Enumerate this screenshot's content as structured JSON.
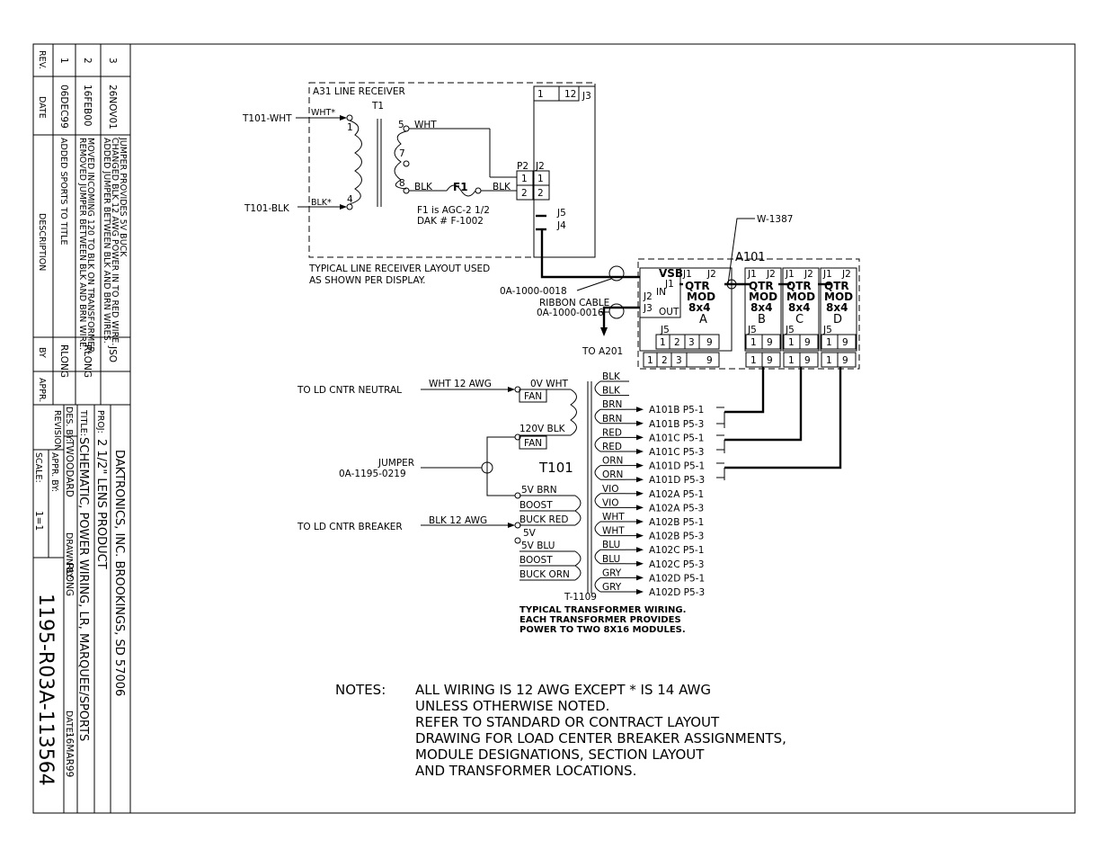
{
  "title_block": {
    "company": "DAKTRONICS, INC.  BROOKINGS, SD  57006",
    "proj_label": "PROJ:",
    "proj": "2 1/2\" LENS PRODUCT",
    "title_label": "TITLE:",
    "title": "SCHEMATIC, POWER WIRING, LR, MARQUEE/SPORTS",
    "des_label": "DES. BY:",
    "des_by": "TWOODARD",
    "drawn_label": "DRAWN BY:",
    "drawn_by": "RLONG",
    "revision_label": "REVISION",
    "appr_label": "APPR. BY:",
    "date_label": "DATE:",
    "date": "16MAR99",
    "scale_label": "SCALE:",
    "scale": "1=1",
    "drawing_number": "1195-R03A-113564"
  },
  "revisions": {
    "headers": {
      "rev": "REV.",
      "date": "DATE",
      "description": "DESCRIPTION",
      "by": "BY",
      "appr": "APPR."
    },
    "rows": [
      {
        "rev": "1",
        "date": "06DEC99",
        "desc1": "ADDED SPORTS TO TITLE",
        "desc2": "",
        "desc3": "",
        "by": "RLONG"
      },
      {
        "rev": "2",
        "date": "16FEB00",
        "desc1": "REMOVED JUMPER BETWEEN BLK AND BRN WIRE.",
        "desc2": "MOVED INCOMING 120 TO BLK ON TRANSFORMER.",
        "desc3": "",
        "by": "RLONG"
      },
      {
        "rev": "3",
        "date": "26NOV01",
        "desc1": "ADDED JUMPER BETWEEN BLK AND BRN WIRES.",
        "desc2": "CHANGED BLK 12 AWG POWER IN TO RED WIRE.",
        "desc3": "JUMPER PROVIDES 5V BUCK",
        "by": "JSO"
      }
    ]
  },
  "line_receiver": {
    "title": "A31  LINE RECEIVER",
    "t1": "T1",
    "input_wht": "T101-WHT",
    "input_blk": "T101-BLK",
    "wht_star": "WHT*",
    "blk_star": "BLK*",
    "pin1": "1",
    "pin4": "4",
    "pin5": "5",
    "pin7": "7",
    "pin8": "8",
    "wht": "WHT",
    "blk": "BLK",
    "blk2": "BLK",
    "fuse": "F1",
    "fuse_note1": "F1 is AGC-2 1/2",
    "fuse_note2": "DAK # F-1002",
    "p2": "P2",
    "j2": "J2",
    "p2_pin1": "1",
    "p2_pin2": "2",
    "j2_pin1": "1",
    "j2_pin2": "2",
    "j3": "J3",
    "j3_pin1": "1",
    "j3_pin12": "12",
    "j5": "J5",
    "j4": "J4",
    "layout_note1": "TYPICAL LINE RECEIVER LAYOUT USED",
    "layout_note2": "AS SHOWN PER DISPLAY."
  },
  "modules": {
    "w_label": "W-1387",
    "a101": "A101",
    "cable1": "0A-1000-0018",
    "ribbon1": "RIBBON CABLE",
    "ribbon2": "0A-1000-0016",
    "to_a201": "TO A201",
    "vsb": "VSB",
    "j1": "J1",
    "j2": "J2",
    "j3": "J3",
    "j5": "J5",
    "in": "IN",
    "out": "OUT",
    "qtr": "QTR",
    "mod": "MOD",
    "size": "8x4",
    "letters": [
      "A",
      "B",
      "C",
      "D"
    ],
    "pin1": "1",
    "pin2": "2",
    "pin3": "3",
    "pin9": "9"
  },
  "transformer": {
    "to_neutral": "TO LD CNTR NEUTRAL",
    "wht12": "WHT 12 AWG",
    "v0_wht": "0V  WHT",
    "fan": "FAN",
    "v120_blk": "120V  BLK",
    "fan2": "FAN",
    "jumper": "JUMPER",
    "jumper_pn": "0A-1195-0219",
    "t101": "T101",
    "v5_brn": "5V   BRN",
    "boost": "BOOST",
    "buck_red": "BUCK RED",
    "to_breaker": "TO LD CNTR BREAKER",
    "blk12": "BLK 12 AWG",
    "v5": "5V",
    "v5_blu": "5V    BLU",
    "boost2": "BOOST",
    "buck_orn": "BUCK  ORN",
    "part": "T-1109",
    "note1": "TYPICAL TRANSFORMER WIRING.",
    "note2": "EACH TRANSFORMER PROVIDES",
    "note3": "POWER TO TWO 8X16 MODULES.",
    "out_colors": [
      "BLK",
      "BLK",
      "BRN",
      "BRN",
      "RED",
      "RED",
      "ORN",
      "ORN",
      "VIO",
      "VIO",
      "WHT",
      "WHT",
      "BLU",
      "BLU",
      "GRY",
      "GRY"
    ],
    "out_labels": [
      "A101B  P5-1",
      "A101B  P5-3",
      "A101C  P5-1",
      "A101C  P5-3",
      "A101D  P5-1",
      "A101D  P5-3",
      "A102A  P5-1",
      "A102A  P5-3",
      "A102B  P5-1",
      "A102B  P5-3",
      "A102C  P5-1",
      "A102C  P5-3",
      "A102D  P5-1",
      "A102D  P5-3"
    ]
  },
  "notes": {
    "label": "NOTES:",
    "lines": [
      "ALL WIRING IS 12 AWG EXCEPT * IS 14 AWG",
      "UNLESS OTHERWISE NOTED.",
      "REFER TO STANDARD OR CONTRACT LAYOUT",
      "DRAWING FOR LOAD CENTER BREAKER ASSIGNMENTS,",
      "MODULE DESIGNATIONS, SECTION LAYOUT",
      "AND TRANSFORMER LOCATIONS."
    ]
  }
}
